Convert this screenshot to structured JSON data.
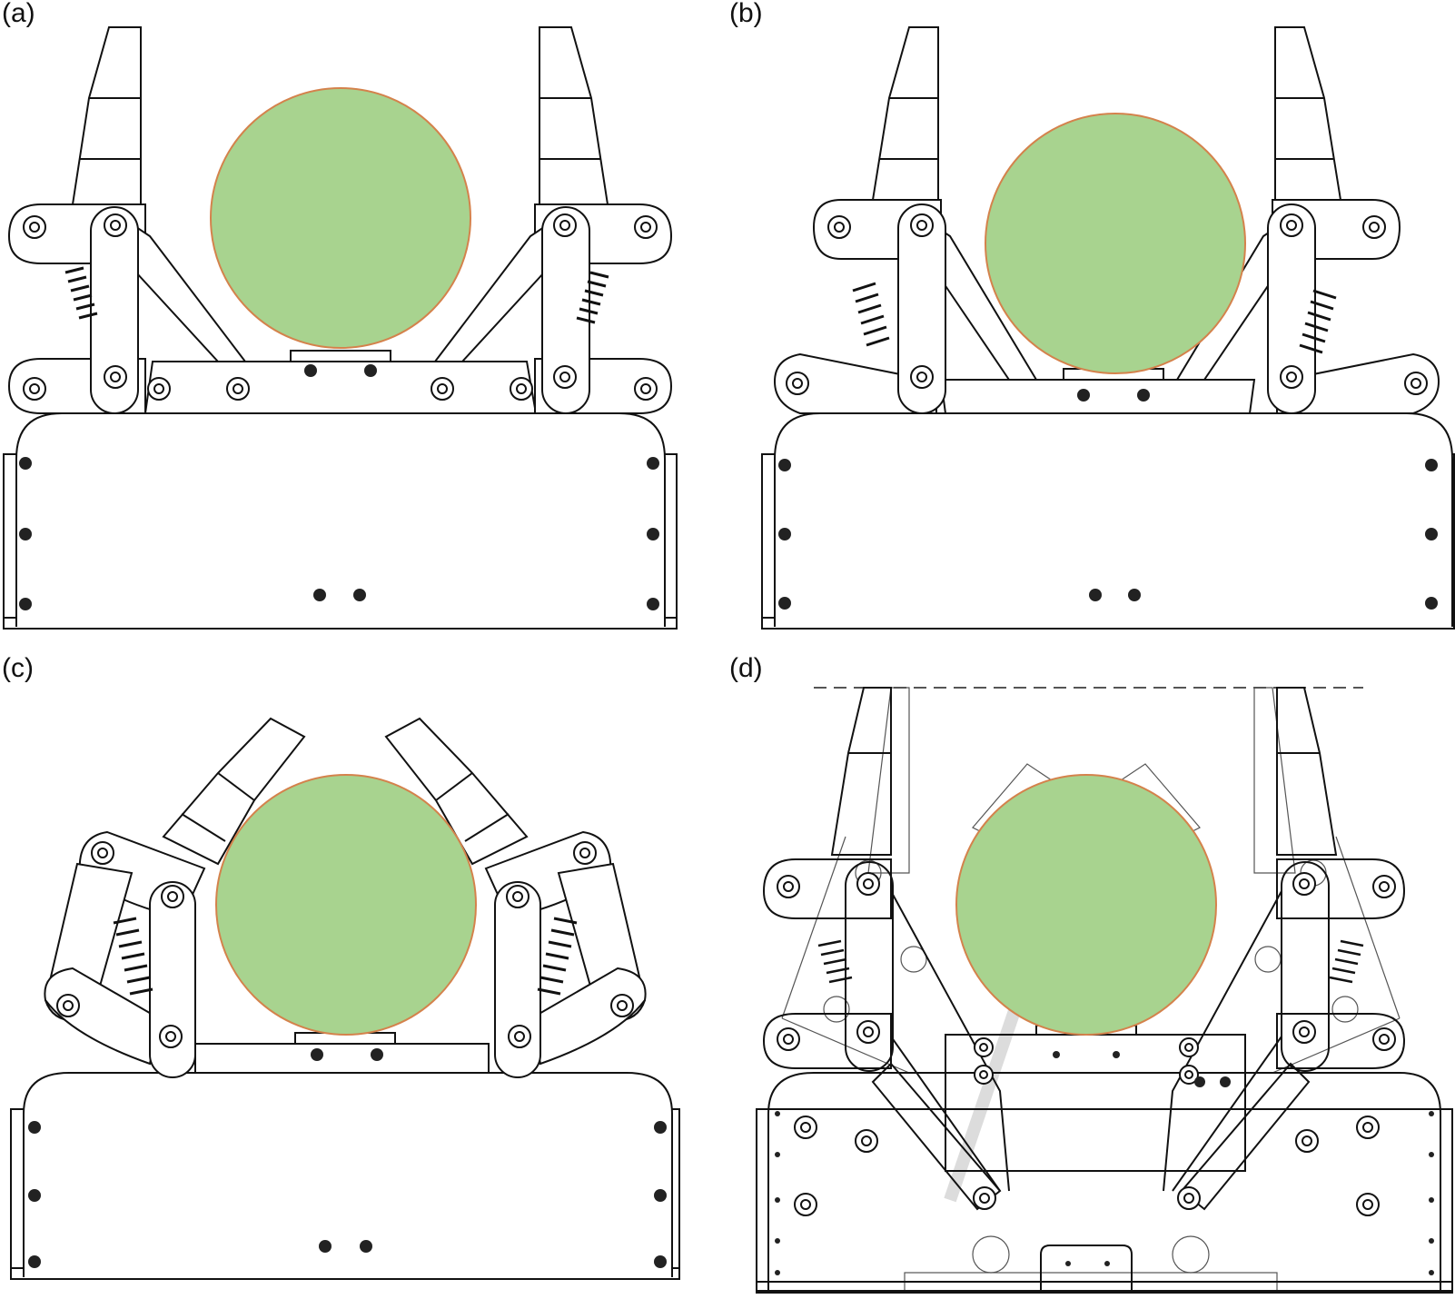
{
  "panels": [
    {
      "label": "(a)"
    },
    {
      "label": "(b)"
    },
    {
      "label": "(c)"
    },
    {
      "label": "(d)"
    }
  ],
  "colors": {
    "object_fill": "#a8d38f",
    "object_stroke": "#d4824c",
    "line": "#111111",
    "ghost": "#555555"
  }
}
